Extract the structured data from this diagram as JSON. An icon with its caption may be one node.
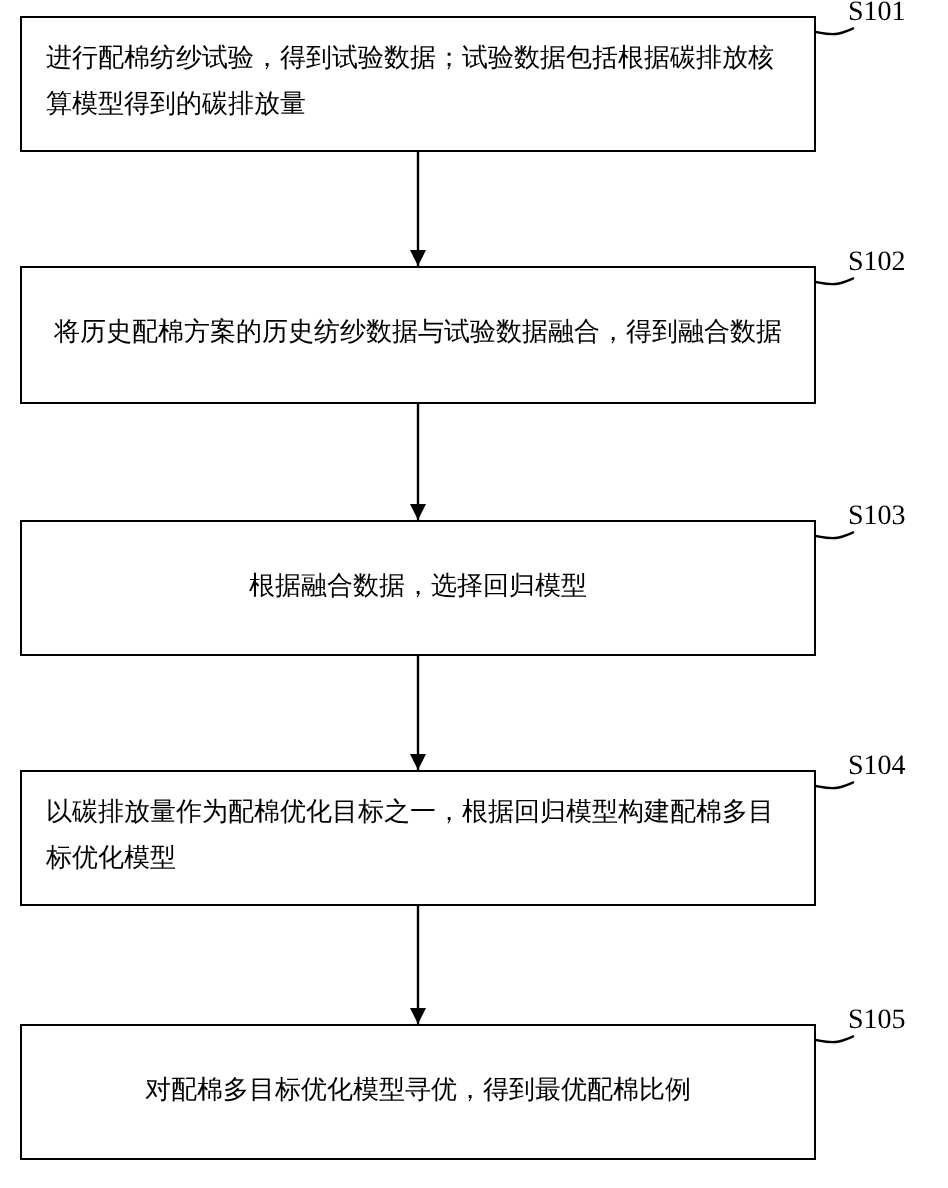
{
  "diagram": {
    "nodes": [
      {
        "text": [
          "进行配棉纺纱试验，得到试验数据；试验数据包括根据碳排放核算模型得到的碳排放量"
        ]
      },
      {
        "text": [
          "S101"
        ]
      },
      {
        "text": [
          "将历史配棉方案的历史纺纱数据与试验数据融合，得到融合数据"
        ]
      },
      {
        "text": [
          "S102"
        ]
      },
      {
        "text": [
          "根据融合数据，选择回归模型"
        ]
      },
      {
        "text": [
          "S103"
        ]
      },
      {
        "text": [
          "以碳排放量作为配棉优化目标之一，根据回归模型构建配棉多目标优化模型"
        ]
      },
      {
        "text": [
          "S104"
        ]
      },
      {
        "text": [
          "对配棉多目标优化模型寻优，得到最优配棉比例"
        ]
      },
      {
        "text": [
          "S105"
        ]
      }
    ],
    "edges": [
      {
        "from": 0,
        "to": 2,
        "arrow": "to"
      },
      {
        "from": 2,
        "to": 4,
        "arrow": "to"
      },
      {
        "from": 4,
        "to": 6,
        "arrow": "to"
      },
      {
        "from": 6,
        "to": 8,
        "arrow": "to"
      },
      {
        "from": 1,
        "to": 0,
        "arrow": "none"
      },
      {
        "from": 3,
        "to": 2,
        "arrow": "none"
      },
      {
        "from": 5,
        "to": 4,
        "arrow": "none"
      },
      {
        "from": 7,
        "to": 6,
        "arrow": "none"
      },
      {
        "from": 9,
        "to": 8,
        "arrow": "none"
      }
    ]
  }
}
